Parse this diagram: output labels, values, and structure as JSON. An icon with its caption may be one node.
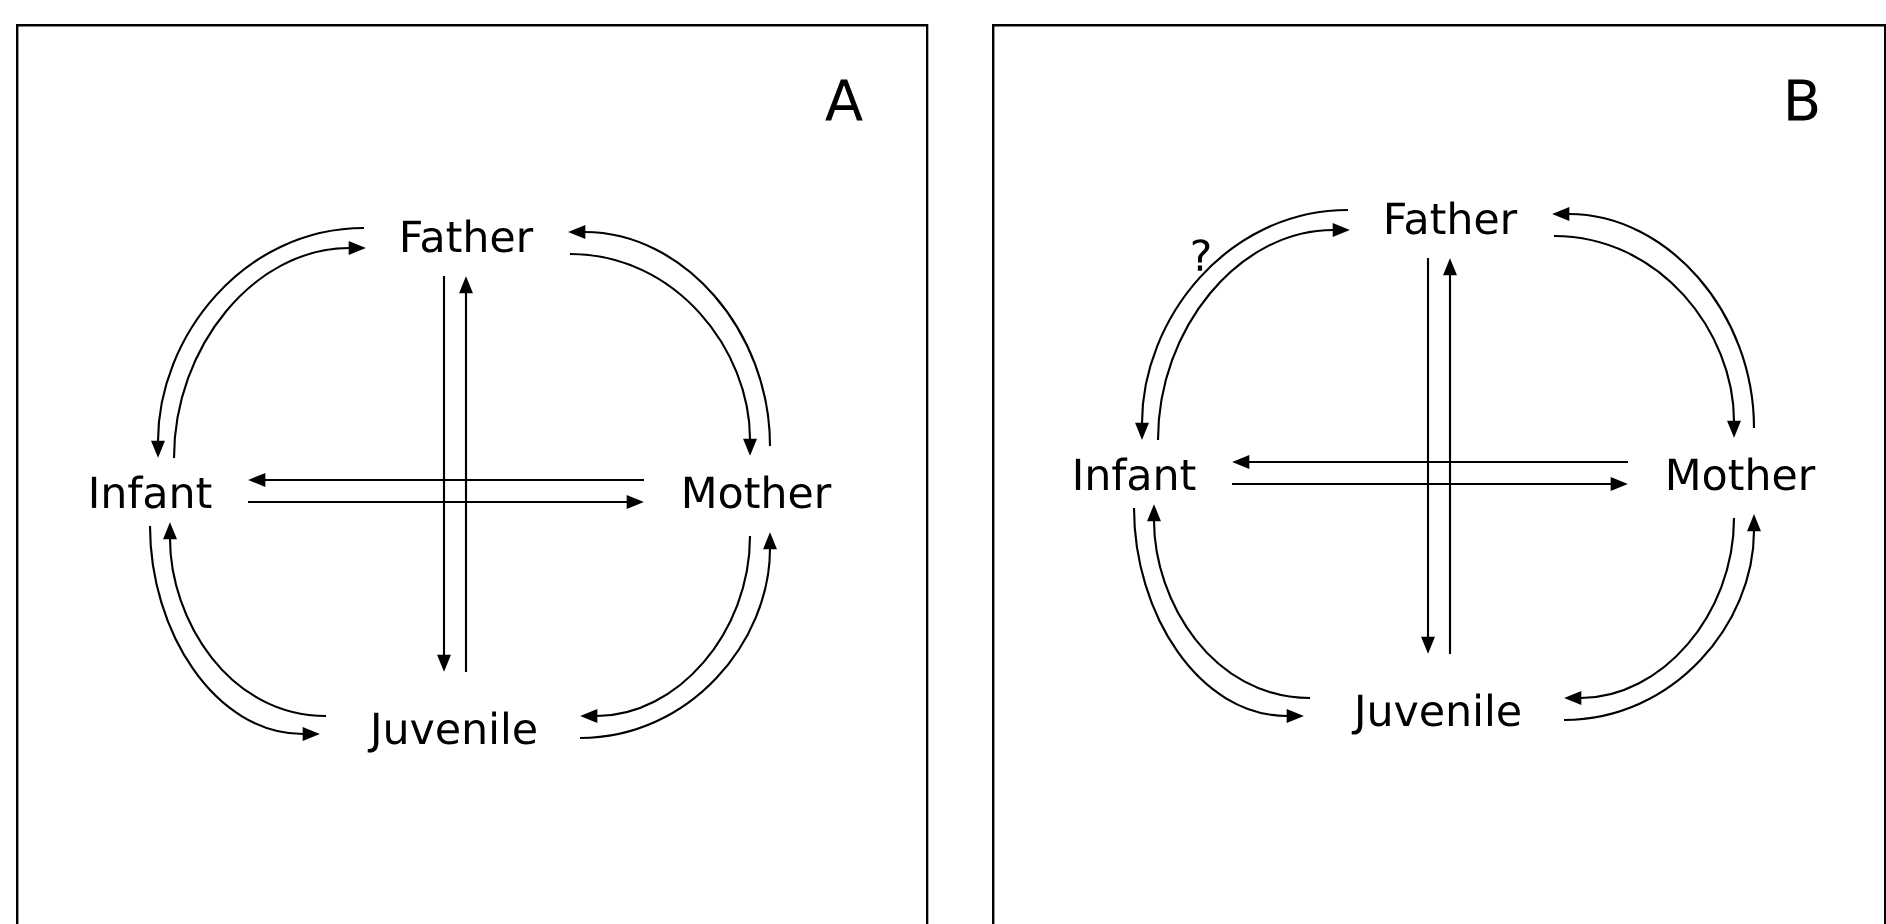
{
  "diagram": {
    "nodes": [
      {
        "text": [
          "A"
        ]
      },
      {
        "text": [
          "Father"
        ],
        "in": 0
      },
      {
        "text": [
          "Infant"
        ],
        "in": 0
      },
      {
        "text": [
          "Mother"
        ],
        "in": 0
      },
      {
        "text": [
          "Juvenile"
        ],
        "in": 0
      },
      {
        "text": [
          "B"
        ]
      },
      {
        "text": [
          "Father"
        ],
        "in": 5
      },
      {
        "text": [
          "Infant"
        ],
        "in": 5
      },
      {
        "text": [
          "Mother"
        ],
        "in": 5
      },
      {
        "text": [
          "Juvenile"
        ],
        "in": 5
      }
    ],
    "edges": [
      {
        "from": 1,
        "to": 2,
        "arrow": "to"
      },
      {
        "from": 2,
        "to": 1,
        "arrow": "to"
      },
      {
        "from": 3,
        "to": 1,
        "arrow": "to"
      },
      {
        "from": 1,
        "to": 3,
        "arrow": "to"
      },
      {
        "from": 3,
        "to": 2,
        "arrow": "to"
      },
      {
        "from": 2,
        "to": 3,
        "arrow": "to"
      },
      {
        "from": 1,
        "to": 4,
        "arrow": "to"
      },
      {
        "from": 4,
        "to": 1,
        "arrow": "to"
      },
      {
        "from": 2,
        "to": 4,
        "arrow": "to"
      },
      {
        "from": 4,
        "to": 2,
        "arrow": "to"
      },
      {
        "from": 3,
        "to": 4,
        "arrow": "to"
      },
      {
        "from": 4,
        "to": 3,
        "arrow": "to"
      },
      {
        "from": 6,
        "to": 7,
        "arrow": "to",
        "label": "?"
      },
      {
        "from": 7,
        "to": 6,
        "arrow": "to"
      },
      {
        "from": 8,
        "to": 6,
        "arrow": "to"
      },
      {
        "from": 6,
        "to": 8,
        "arrow": "to"
      },
      {
        "from": 8,
        "to": 7,
        "arrow": "to"
      },
      {
        "from": 7,
        "to": 8,
        "arrow": "to"
      },
      {
        "from": 6,
        "to": 9,
        "arrow": "to"
      },
      {
        "from": 9,
        "to": 6,
        "arrow": "to"
      },
      {
        "from": 7,
        "to": 9,
        "arrow": "to"
      },
      {
        "from": 9,
        "to": 7,
        "arrow": "to"
      },
      {
        "from": 8,
        "to": 9,
        "arrow": "to"
      },
      {
        "from": 9,
        "to": 8,
        "arrow": "to"
      }
    ]
  }
}
